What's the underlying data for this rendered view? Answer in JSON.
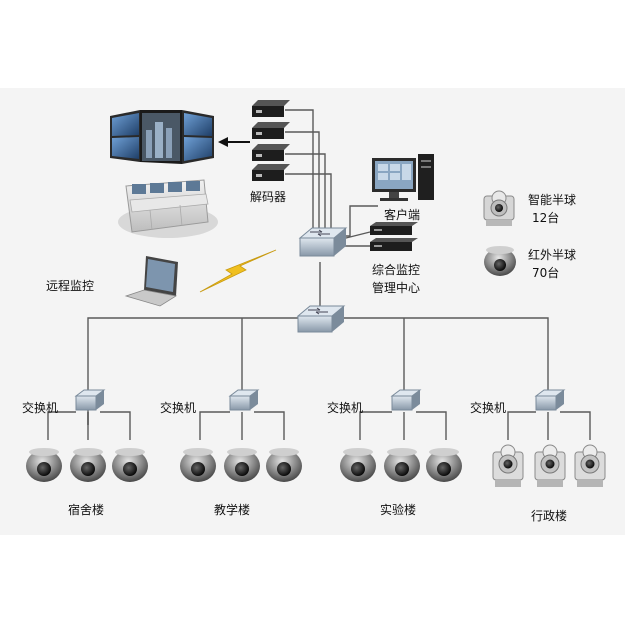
{
  "labels": {
    "decoder": "解码器",
    "client": "客户端",
    "center_line1": "综合监控",
    "center_line2": "管理中心",
    "remote": "远程监控",
    "dome_name": "智能半球",
    "dome_count": "12台",
    "ir_name": "红外半球",
    "ir_count": "70台",
    "switch": "交换机"
  },
  "buildings": [
    {
      "name": "宿舍楼",
      "camera_type": "ir-dome"
    },
    {
      "name": "教学楼",
      "camera_type": "ir-dome"
    },
    {
      "name": "实验楼",
      "camera_type": "ir-dome"
    },
    {
      "name": "行政楼",
      "camera_type": "smart-dome"
    }
  ],
  "icons": [
    "video-wall-icon",
    "control-console-icon",
    "decoder-icon",
    "client-computer-icon",
    "server-icon",
    "core-switch-icon",
    "laptop-icon",
    "lightning-icon",
    "smart-dome-camera-icon",
    "ir-dome-camera-icon",
    "access-switch-icon",
    "arrow-left-icon"
  ],
  "colors": {
    "line": "#5a5a5a",
    "background": "#ffffff",
    "panel": "#f4f4f4",
    "screen_blue": "#3f6fa8",
    "lightning": "#f0c020",
    "device_dark": "#1d1d1d",
    "switch_blue": "#a8b8c8"
  }
}
